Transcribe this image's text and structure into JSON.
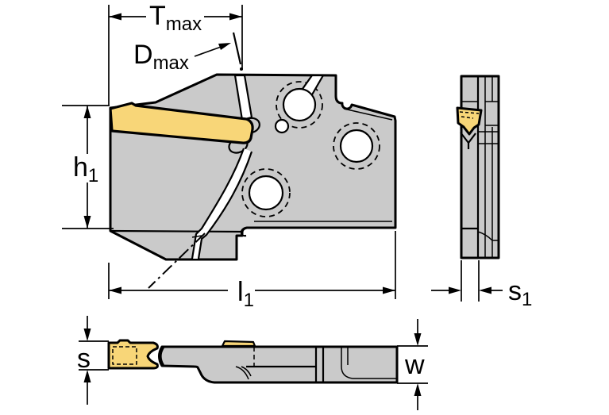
{
  "colors": {
    "background": "#ffffff",
    "body": "#cacaca",
    "insert": "#f8d678",
    "line": "#000000"
  },
  "dimensions": {
    "tmax": {
      "base": "T",
      "sub": "max"
    },
    "dmax": {
      "base": "D",
      "sub": "max"
    },
    "h1": {
      "base": "h",
      "sub": "1"
    },
    "l1": {
      "base": "l",
      "sub": "1"
    },
    "s1": {
      "base": "s",
      "sub": "1"
    },
    "s": {
      "base": "s"
    },
    "w": {
      "base": "w"
    }
  }
}
